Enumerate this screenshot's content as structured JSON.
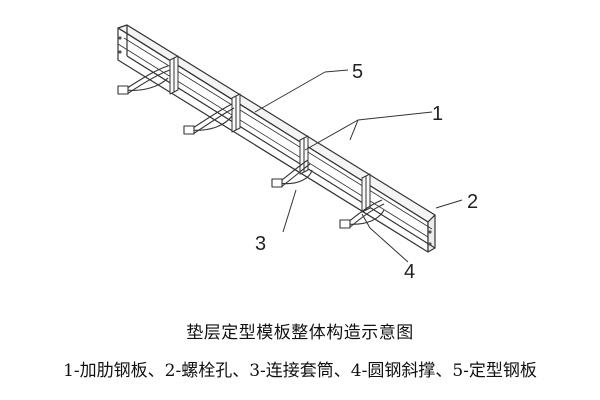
{
  "diagram": {
    "callouts": [
      {
        "id": "c1",
        "label": "1"
      },
      {
        "id": "c2",
        "label": "2"
      },
      {
        "id": "c3",
        "label": "3"
      },
      {
        "id": "c4",
        "label": "4"
      },
      {
        "id": "c5",
        "label": "5"
      }
    ]
  },
  "caption": {
    "title": "垫层定型模板整体构造示意图",
    "legend": "1-加肋钢板、2-螺栓孔、3-连接套筒、4-圆钢斜撑、5-定型钢板"
  }
}
